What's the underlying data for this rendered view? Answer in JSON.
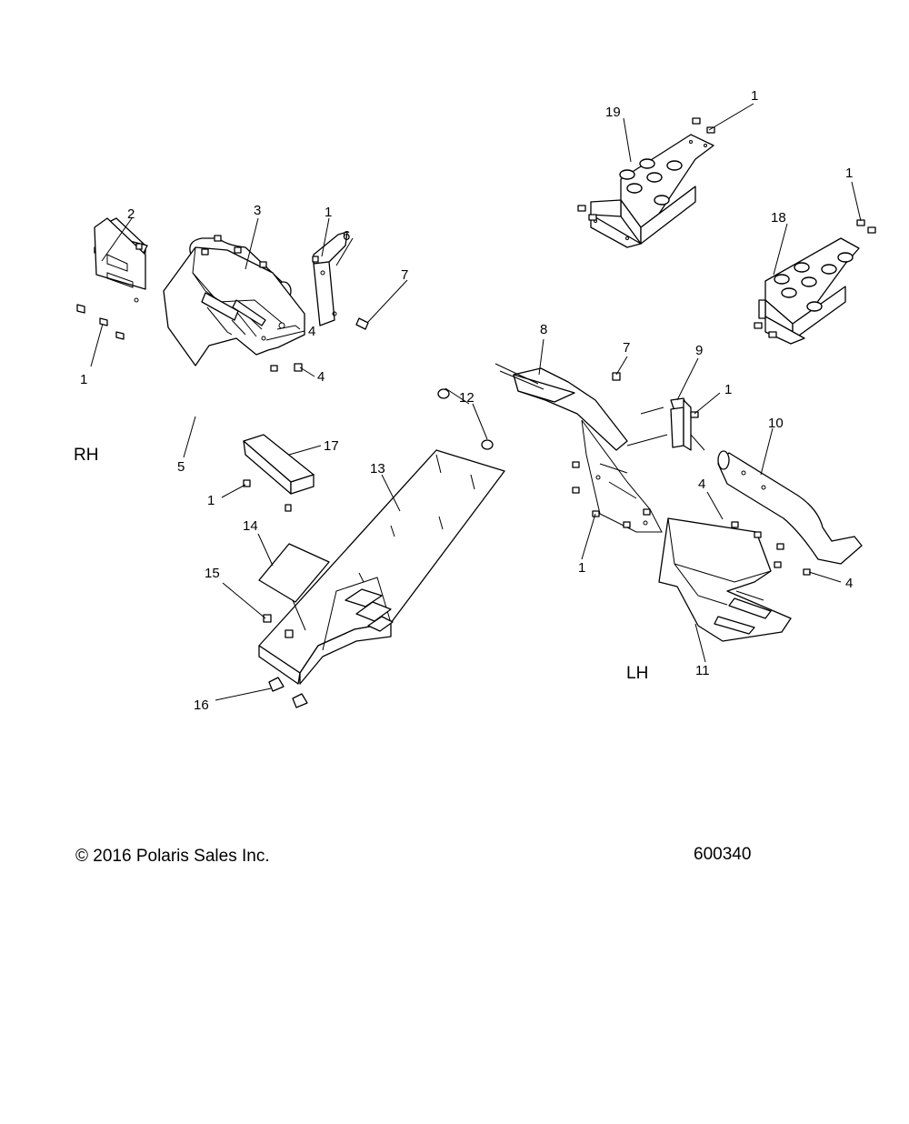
{
  "side_labels": {
    "rh": "RH",
    "lh": "LH"
  },
  "footer": {
    "copyright": "© 2016 Polaris Sales Inc.",
    "diagram_number": "600340"
  },
  "callouts": {
    "c1a": "1",
    "c1b": "1",
    "c1c": "1",
    "c1d": "1",
    "c1e": "1",
    "c1f": "1",
    "c1g": "1",
    "c2": "2",
    "c3": "3",
    "c4a": "4",
    "c4b": "4",
    "c4c": "4",
    "c4d": "4",
    "c5": "5",
    "c6": "6",
    "c7a": "7",
    "c7b": "7",
    "c8": "8",
    "c9": "9",
    "c10": "10",
    "c11": "11",
    "c12": "12",
    "c13": "13",
    "c14": "14",
    "c15": "15",
    "c16": "16",
    "c17": "17",
    "c18": "18",
    "c19": "19"
  }
}
